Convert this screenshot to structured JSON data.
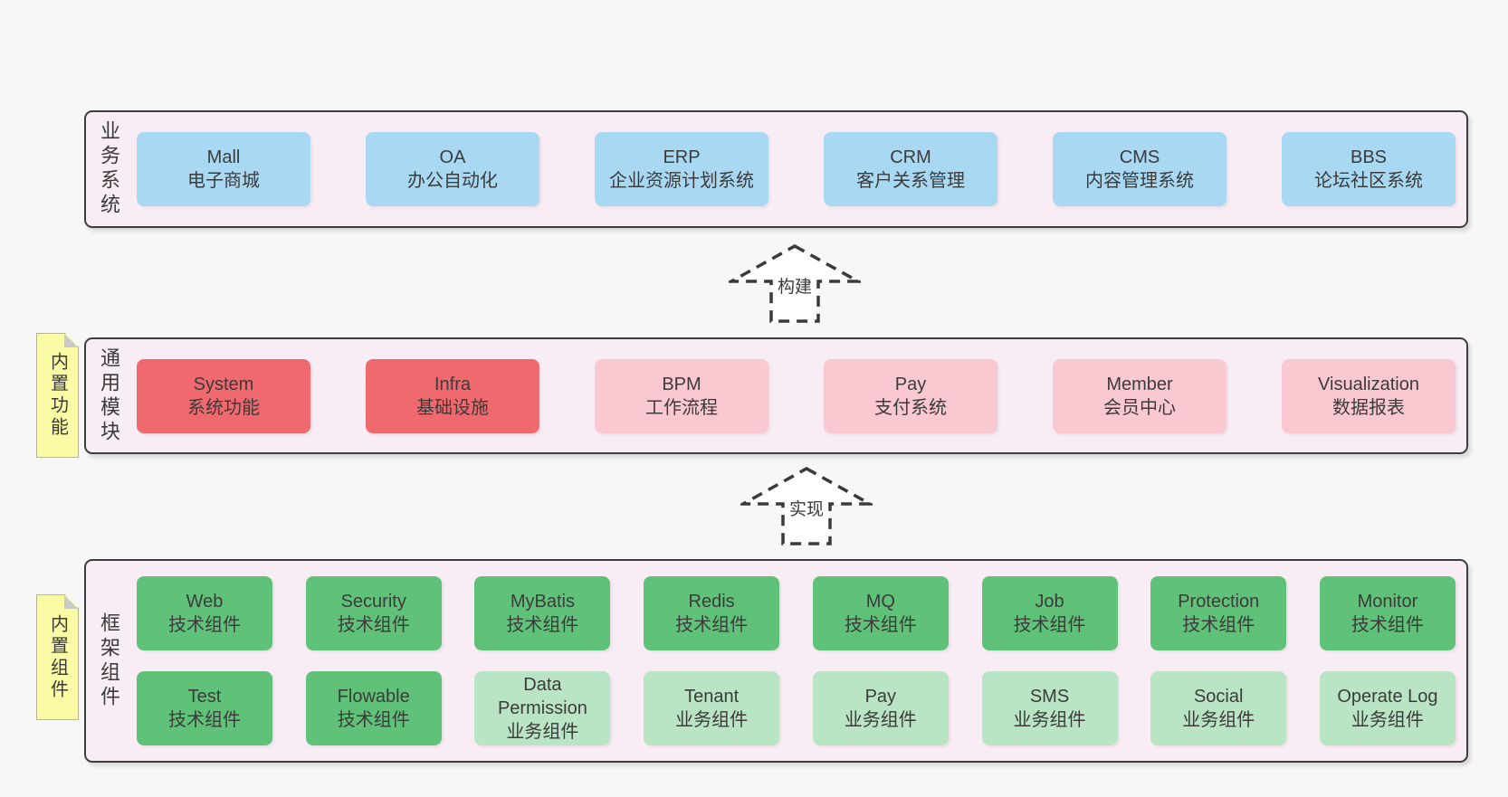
{
  "colors": {
    "page_bg": "#f7f7f7",
    "container_fill": "#f8edf5",
    "container_border": "#3d3d3d",
    "blue_box": "#a9d8f3",
    "red_box": "#f0696e",
    "pink_box": "#f9c8d1",
    "green_box": "#60c279",
    "light_green_box": "#b9e5c4",
    "note_yellow": "#fbfaa5",
    "text": "#3b3b3b"
  },
  "arrows": [
    {
      "label": "构建"
    },
    {
      "label": "实现"
    }
  ],
  "sections": {
    "business": {
      "label": "业务系统",
      "boxes": [
        {
          "title": "Mall",
          "subtitle": "电子商城",
          "variant": "blue"
        },
        {
          "title": "OA",
          "subtitle": "办公自动化",
          "variant": "blue"
        },
        {
          "title": "ERP",
          "subtitle": "企业资源计划系统",
          "variant": "blue"
        },
        {
          "title": "CRM",
          "subtitle": "客户关系管理",
          "variant": "blue"
        },
        {
          "title": "CMS",
          "subtitle": "内容管理系统",
          "variant": "blue"
        },
        {
          "title": "BBS",
          "subtitle": "论坛社区系统",
          "variant": "blue"
        }
      ]
    },
    "modules": {
      "label": "通用模块",
      "note": "内置功能",
      "boxes": [
        {
          "title": "System",
          "subtitle": "系统功能",
          "variant": "red"
        },
        {
          "title": "Infra",
          "subtitle": "基础设施",
          "variant": "red"
        },
        {
          "title": "BPM",
          "subtitle": "工作流程",
          "variant": "pink"
        },
        {
          "title": "Pay",
          "subtitle": "支付系统",
          "variant": "pink"
        },
        {
          "title": "Member",
          "subtitle": "会员中心",
          "variant": "pink"
        },
        {
          "title": "Visualization",
          "subtitle": "数据报表",
          "variant": "pink"
        }
      ]
    },
    "framework": {
      "label": "框架组件",
      "note": "内置组件",
      "rows": [
        [
          {
            "title": "Web",
            "subtitle": "技术组件",
            "variant": "green"
          },
          {
            "title": "Security",
            "subtitle": "技术组件",
            "variant": "green"
          },
          {
            "title": "MyBatis",
            "subtitle": "技术组件",
            "variant": "green"
          },
          {
            "title": "Redis",
            "subtitle": "技术组件",
            "variant": "green"
          },
          {
            "title": "MQ",
            "subtitle": "技术组件",
            "variant": "green"
          },
          {
            "title": "Job",
            "subtitle": "技术组件",
            "variant": "green"
          },
          {
            "title": "Protection",
            "subtitle": "技术组件",
            "variant": "green"
          },
          {
            "title": "Monitor",
            "subtitle": "技术组件",
            "variant": "green"
          }
        ],
        [
          {
            "title": "Test",
            "subtitle": "技术组件",
            "variant": "green"
          },
          {
            "title": "Flowable",
            "subtitle": "技术组件",
            "variant": "green"
          },
          {
            "title": "Data Permission",
            "subtitle": "业务组件",
            "variant": "lightgreen"
          },
          {
            "title": "Tenant",
            "subtitle": "业务组件",
            "variant": "lightgreen"
          },
          {
            "title": "Pay",
            "subtitle": "业务组件",
            "variant": "lightgreen"
          },
          {
            "title": "SMS",
            "subtitle": "业务组件",
            "variant": "lightgreen"
          },
          {
            "title": "Social",
            "subtitle": "业务组件",
            "variant": "lightgreen"
          },
          {
            "title": "Operate Log",
            "subtitle": "业务组件",
            "variant": "lightgreen"
          }
        ]
      ]
    }
  }
}
